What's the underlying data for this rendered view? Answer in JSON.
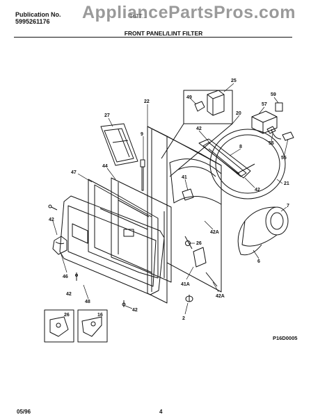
{
  "header": {
    "publication_label": "Publication No.",
    "publication_number": "5995261176",
    "model_text": "TuTT..."
  },
  "watermark": "AppliancePartsPros.com",
  "section_title": "FRONT PANEL/LINT FILTER",
  "drawing_code": "P16D0005",
  "footer": {
    "date": "05/96",
    "page": "4"
  },
  "callouts": [
    "25",
    "49",
    "59",
    "22",
    "57",
    "20",
    "27",
    "9",
    "42",
    "8",
    "56",
    "55",
    "44",
    "47",
    "41",
    "42",
    "21",
    "42",
    "7",
    "42A",
    "26",
    "46",
    "6",
    "41A",
    "42A",
    "42",
    "48",
    "42",
    "2",
    "26",
    "16"
  ]
}
